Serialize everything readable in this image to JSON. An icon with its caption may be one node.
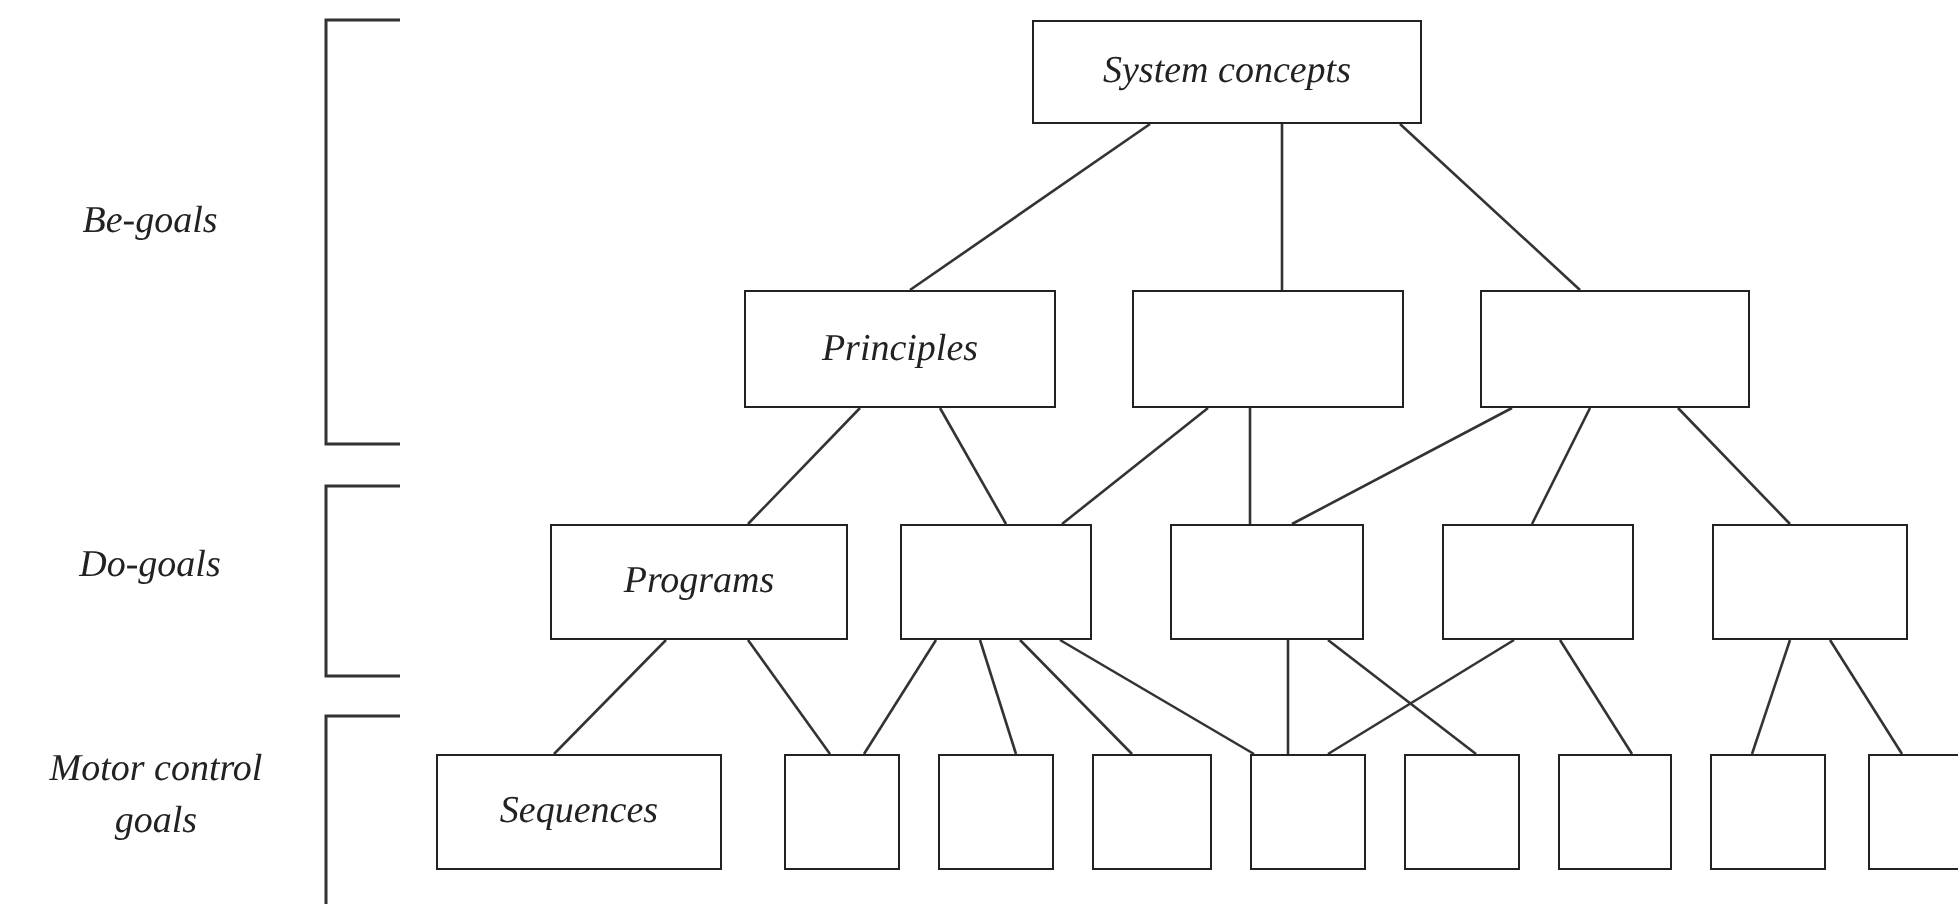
{
  "diagram": {
    "nodes": [
      {
        "text": [
          "System concepts"
        ]
      },
      {
        "text": [
          "Principles"
        ]
      },
      {
        "text": [],
        "shape": "box"
      },
      {
        "text": [],
        "shape": "box"
      },
      {
        "text": [
          "Programs"
        ]
      },
      {
        "text": [],
        "shape": "box"
      },
      {
        "text": [],
        "shape": "box"
      },
      {
        "text": [],
        "shape": "box"
      },
      {
        "text": [],
        "shape": "box"
      },
      {
        "text": [
          "Sequences"
        ]
      },
      {
        "text": [],
        "shape": "box"
      },
      {
        "text": [],
        "shape": "box"
      },
      {
        "text": [],
        "shape": "box"
      },
      {
        "text": [],
        "shape": "box"
      },
      {
        "text": [],
        "shape": "box"
      },
      {
        "text": [],
        "shape": "box"
      },
      {
        "text": [],
        "shape": "box"
      },
      {
        "text": [],
        "shape": "box"
      }
    ],
    "edges": [
      {
        "from": 0,
        "to": 1,
        "arrow": "none"
      },
      {
        "from": 0,
        "to": 2,
        "arrow": "none"
      },
      {
        "from": 0,
        "to": 3,
        "arrow": "none"
      },
      {
        "from": 1,
        "to": 4,
        "arrow": "none"
      },
      {
        "from": 1,
        "to": 5,
        "arrow": "none"
      },
      {
        "from": 2,
        "to": 5,
        "arrow": "none"
      },
      {
        "from": 2,
        "to": 6,
        "arrow": "none"
      },
      {
        "from": 3,
        "to": 6,
        "arrow": "none"
      },
      {
        "from": 3,
        "to": 7,
        "arrow": "none"
      },
      {
        "from": 3,
        "to": 8,
        "arrow": "none"
      },
      {
        "from": 4,
        "to": 9,
        "arrow": "none"
      },
      {
        "from": 4,
        "to": 10,
        "arrow": "none"
      },
      {
        "from": 5,
        "to": 10,
        "arrow": "none"
      },
      {
        "from": 5,
        "to": 11,
        "arrow": "none"
      },
      {
        "from": 5,
        "to": 12,
        "arrow": "none"
      },
      {
        "from": 5,
        "to": 13,
        "arrow": "none"
      },
      {
        "from": 6,
        "to": 13,
        "arrow": "none"
      },
      {
        "from": 6,
        "to": 14,
        "arrow": "none"
      },
      {
        "from": 7,
        "to": 13,
        "arrow": "none"
      },
      {
        "from": 7,
        "to": 15,
        "arrow": "none"
      },
      {
        "from": 8,
        "to": 16,
        "arrow": "none"
      },
      {
        "from": 8,
        "to": 17,
        "arrow": "none"
      }
    ],
    "labels": [
      "Be-goals",
      "Do-goals",
      "Motor control goals"
    ]
  }
}
